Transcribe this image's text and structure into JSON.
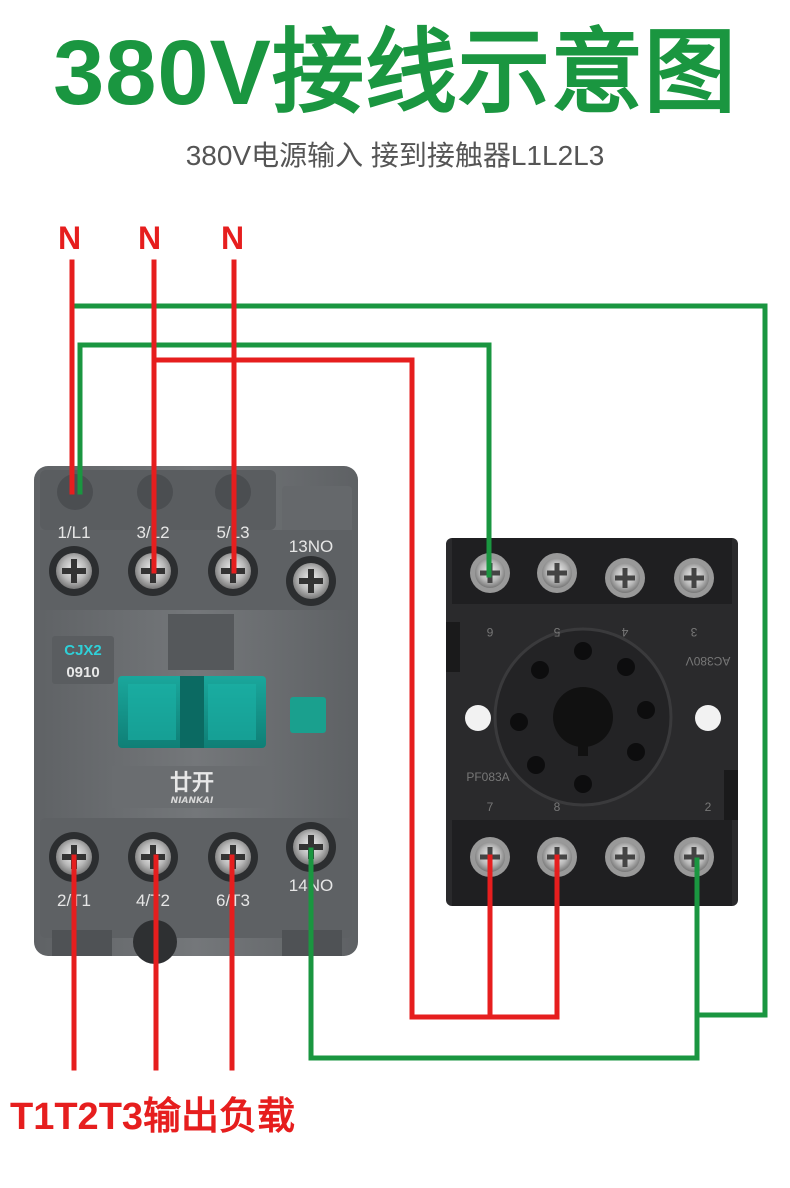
{
  "title": "380V接线示意图",
  "subtitle": "380V电源输入 接到接触器L1L2L3",
  "inputs": [
    "N",
    "N",
    "N"
  ],
  "output_label": "T1T2T3输出负载",
  "contactor": {
    "model_line1": "CJX2",
    "model_line2": "0910",
    "top_terminals": [
      "1/L1",
      "3/L2",
      "5/L3",
      "13NO"
    ],
    "bottom_terminals": [
      "2/T1",
      "4/T2",
      "6/T3",
      "14NO"
    ],
    "brand_cn": "廿开",
    "brand_en": "NIANKAI"
  },
  "relay_socket": {
    "top_numbers": [
      "6",
      "5",
      "4",
      "3"
    ],
    "bottom_numbers": [
      "7",
      "8",
      "",
      "2"
    ],
    "label_top": "AC380V",
    "label_model": "PF083A"
  },
  "colors": {
    "title": "#1a9640",
    "wire_red": "#e61e1e",
    "wire_green": "#1a9640",
    "device": "#6b6e71",
    "socket": "#2a2a2c"
  }
}
